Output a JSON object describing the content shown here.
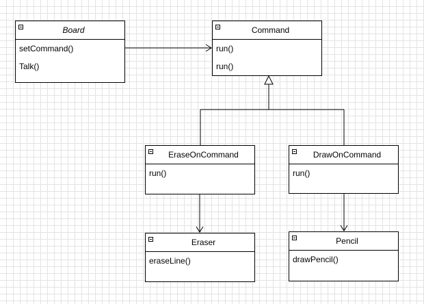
{
  "classes": [
    {
      "id": "board",
      "name": "Board",
      "italic": true,
      "methods": [
        "setCommand()",
        "Talk()"
      ]
    },
    {
      "id": "command",
      "name": "Command",
      "italic": false,
      "methods": [
        "run()",
        "run()"
      ]
    },
    {
      "id": "eraseoncommand",
      "name": "EraseOnCommand",
      "italic": false,
      "methods": [
        "run()"
      ]
    },
    {
      "id": "drawoncommand",
      "name": "DrawOnCommand",
      "italic": false,
      "methods": [
        "run()"
      ]
    },
    {
      "id": "eraser",
      "name": "Eraser",
      "italic": false,
      "methods": [
        "eraseLine()"
      ]
    },
    {
      "id": "pencil",
      "name": "Pencil",
      "italic": false,
      "methods": [
        "drawPencil()"
      ]
    }
  ],
  "relations": [
    {
      "type": "association",
      "from": "board",
      "to": "command"
    },
    {
      "type": "generalization",
      "from": "eraseoncommand",
      "to": "command"
    },
    {
      "type": "generalization",
      "from": "drawoncommand",
      "to": "command"
    },
    {
      "type": "association",
      "from": "eraseoncommand",
      "to": "eraser"
    },
    {
      "type": "association",
      "from": "drawoncommand",
      "to": "pencil"
    }
  ]
}
